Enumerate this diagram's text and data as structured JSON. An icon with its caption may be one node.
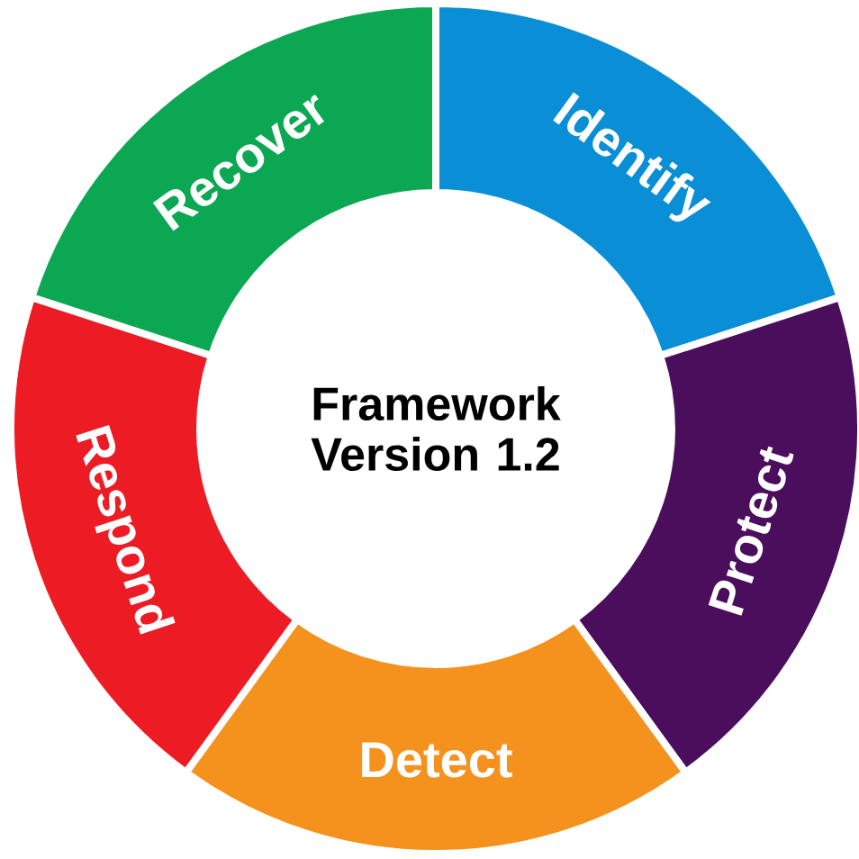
{
  "diagram": {
    "nodes": [
      {
        "text": [
          "Framework Version 1.2"
        ]
      },
      {
        "text": [
          "Identify"
        ]
      },
      {
        "text": [
          "Protect"
        ]
      },
      {
        "text": [
          "Detect"
        ]
      },
      {
        "text": [
          "Respond"
        ]
      },
      {
        "text": [
          "Recover"
        ]
      }
    ]
  }
}
